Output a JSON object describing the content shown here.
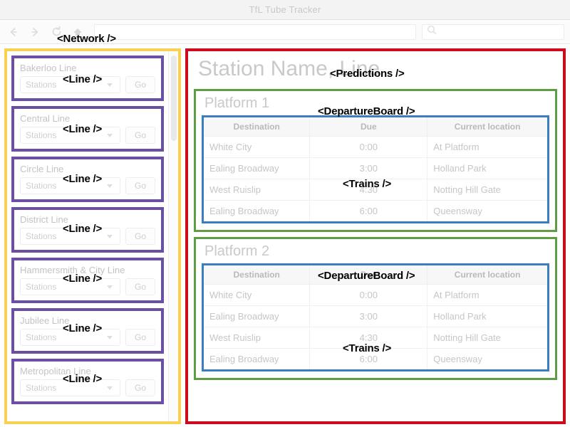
{
  "window": {
    "title": "TfL Tube Tracker"
  },
  "toolbar": {
    "back_icon": "back-arrow-icon",
    "forward_icon": "forward-arrow-icon",
    "reload_icon": "reload-icon",
    "home_icon": "home-icon",
    "url_value": "",
    "url_placeholder": "",
    "search_value": "",
    "search_placeholder": "",
    "search_icon": "search-icon"
  },
  "annotations": {
    "network": "<Network />",
    "line": "<Line />",
    "predictions": "<Predictions />",
    "departure_board": "<DepartureBoard />",
    "trains": "<Trains />"
  },
  "colors": {
    "network_border": "#F7D154",
    "line_border": "#6A4FA3",
    "predictions_border": "#CE0A1E",
    "board_border": "#5D9E45",
    "table_border": "#3A7EC2"
  },
  "network": {
    "lines": [
      {
        "name": "Bakerloo Line",
        "station_placeholder": "Stations",
        "go_label": "Go"
      },
      {
        "name": "Central Line",
        "station_placeholder": "Stations",
        "go_label": "Go"
      },
      {
        "name": "Circle Line",
        "station_placeholder": "Stations",
        "go_label": "Go"
      },
      {
        "name": "District Line",
        "station_placeholder": "Stations",
        "go_label": "Go"
      },
      {
        "name": "Hammersmith & City Line",
        "station_placeholder": "Stations",
        "go_label": "Go"
      },
      {
        "name": "Jubilee Line",
        "station_placeholder": "Stations",
        "go_label": "Go"
      },
      {
        "name": "Metropolitan Line",
        "station_placeholder": "Stations",
        "go_label": "Go"
      }
    ]
  },
  "predictions": {
    "station_title": "Station Name, Line",
    "boards": [
      {
        "platform": "Platform 1",
        "columns": [
          "Destination",
          "Due",
          "Current location"
        ],
        "rows": [
          {
            "destination": "White City",
            "due": "0:00",
            "location": "At Platform"
          },
          {
            "destination": "Ealing Broadway",
            "due": "3:00",
            "location": "Holland Park"
          },
          {
            "destination": "West Ruislip",
            "due": "4:30",
            "location": "Notting Hill Gate"
          },
          {
            "destination": "Ealing Broadway",
            "due": "6:00",
            "location": "Queensway"
          }
        ]
      },
      {
        "platform": "Platform 2",
        "columns": [
          "Destination",
          "Due",
          "Current location"
        ],
        "rows": [
          {
            "destination": "White City",
            "due": "0:00",
            "location": "At Platform"
          },
          {
            "destination": "Ealing Broadway",
            "due": "3:00",
            "location": "Holland Park"
          },
          {
            "destination": "West Ruislip",
            "due": "4:30",
            "location": "Notting Hill Gate"
          },
          {
            "destination": "Ealing Broadway",
            "due": "6:00",
            "location": "Queensway"
          }
        ]
      }
    ]
  }
}
